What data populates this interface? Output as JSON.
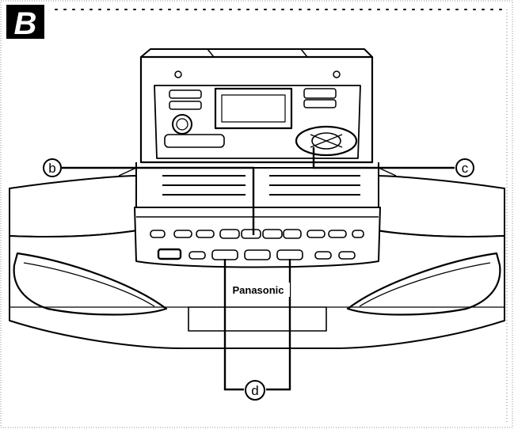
{
  "section_badge": {
    "letter": "B"
  },
  "brand": "Panasonic",
  "callouts": {
    "b": "b",
    "c": "c",
    "d": "d"
  },
  "colors": {
    "ink": "#000000",
    "paper": "#ffffff",
    "speckle_border": "#bfbfbf"
  }
}
